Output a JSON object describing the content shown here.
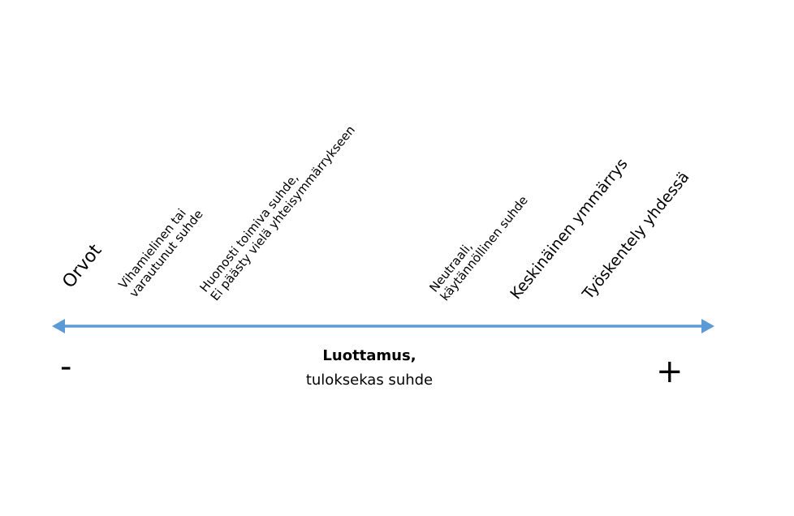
{
  "labels": {
    "orvot": "Orvot",
    "vihamielinen_1": "Vihamielinen tai",
    "vihamielinen_2": "varautunut suhde",
    "huonosti_1": "Huonosti toimiva suhde,",
    "huonosti_2": "Ei päästy vielä yhteisymmärrykseen",
    "neutraali_1": "Neutraali,",
    "neutraali_2": "käytännöllinen suhde",
    "keskinainen": "Keskinäinen ymmärrys",
    "tyoskentely": "Työskentely yhdessä"
  },
  "axis": {
    "center_bold": "Luottamus,",
    "center_sub": "tuloksekas suhde",
    "minus": "-",
    "plus": "+",
    "color": "#5b9bd5"
  }
}
